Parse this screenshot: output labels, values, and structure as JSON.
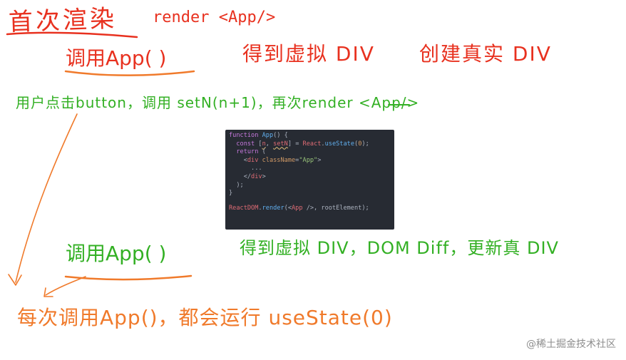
{
  "annotations": {
    "first_render_title": "首次渲染",
    "first_render_code": "render <App/>",
    "call_app_1": "调用App(  )",
    "get_virtual_div_1": "得到虚拟 DIV",
    "create_real_div": "创建真实 DIV",
    "user_click": "用户点击button，调用 setN(n+1)，再次render <App/>",
    "call_app_2": "调用App(  )",
    "get_virtual_div_2": "得到虚拟 DIV，DOM Diff，更新真 DIV",
    "every_call": "每次调用App()，都会运行 useState(0)"
  },
  "code": {
    "lines": [
      "function App() {",
      "  const [n, setN] = React.useState(0);",
      "  return (",
      "    <div className=\"App\">",
      "      ...",
      "    </div>",
      "  );",
      "}",
      "",
      "ReactDOM.render(<App />, rootElement);"
    ]
  },
  "watermark": "@稀土掘金技术社区",
  "colors": {
    "red": "#e8311f",
    "green": "#33b024",
    "orange": "#f07a2b",
    "code_bg": "#272b33"
  }
}
